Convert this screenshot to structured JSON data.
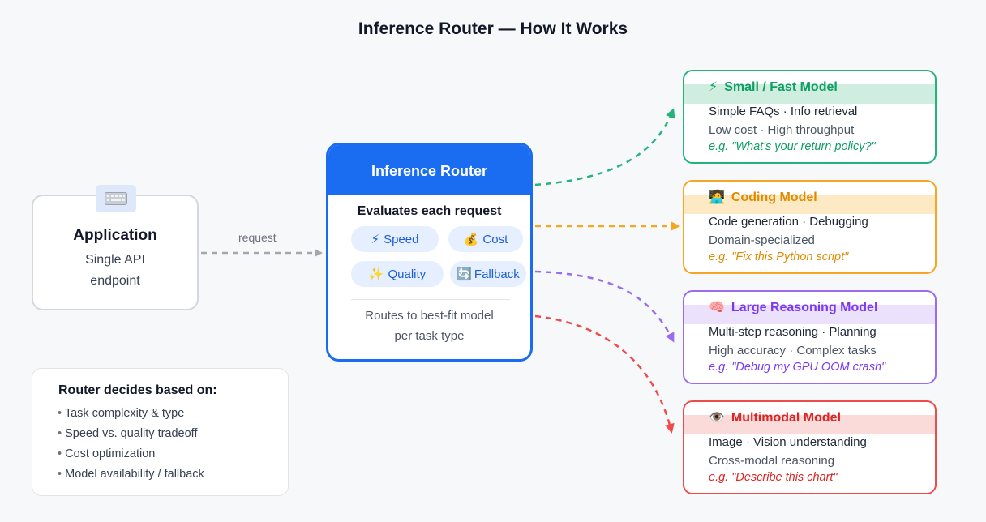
{
  "title": "Inference Router — How It Works",
  "application": {
    "icon": "keyboard-icon",
    "title": "Application",
    "subtitle_line1": "Single API",
    "subtitle_line2": "endpoint"
  },
  "request_label": "request",
  "router": {
    "title": "Inference Router",
    "evaluates": "Evaluates each request",
    "pills": [
      {
        "icon": "lightning-icon",
        "glyph": "⚡",
        "label": "Speed"
      },
      {
        "icon": "money-bag-icon",
        "glyph": "💰",
        "label": "Cost"
      },
      {
        "icon": "sparkles-icon",
        "glyph": "✨",
        "label": "Quality"
      },
      {
        "icon": "refresh-icon",
        "glyph": "🔄",
        "label": "Fallback"
      }
    ],
    "footer_line1": "Routes to best-fit model",
    "footer_line2": "per task type",
    "accent": "#1a6cf0"
  },
  "criteria": {
    "title": "Router decides based on:",
    "items": [
      "Task complexity & type",
      "Speed vs. quality tradeoff",
      "Cost optimization",
      "Model availability / fallback"
    ]
  },
  "models": [
    {
      "icon": "lightning-icon",
      "glyph": "⚡",
      "title": "Small / Fast Model",
      "line1": "Simple FAQs · Info retrieval",
      "line2": "Low cost · High throughput",
      "example": "e.g. \"What's your return policy?\"",
      "color": "#23b47a"
    },
    {
      "icon": "technologist-icon",
      "glyph": "🧑‍💻",
      "title": "Coding Model",
      "line1": "Code generation · Debugging",
      "line2": "Domain-specialized",
      "example": "e.g. \"Fix this Python script\"",
      "color": "#f5a623"
    },
    {
      "icon": "brain-icon",
      "glyph": "🧠",
      "title": "Large Reasoning Model",
      "line1": "Multi-step reasoning · Planning",
      "line2": "High accuracy · Complex tasks",
      "example": "e.g. \"Debug my GPU OOM crash\"",
      "color": "#9b6bf0"
    },
    {
      "icon": "eye-icon",
      "glyph": "👁️",
      "title": "Multimodal Model",
      "line1": "Image · Vision understanding",
      "line2": "Cross-modal reasoning",
      "example": "e.g. \"Describe this chart\"",
      "color": "#ee4b4b"
    }
  ]
}
